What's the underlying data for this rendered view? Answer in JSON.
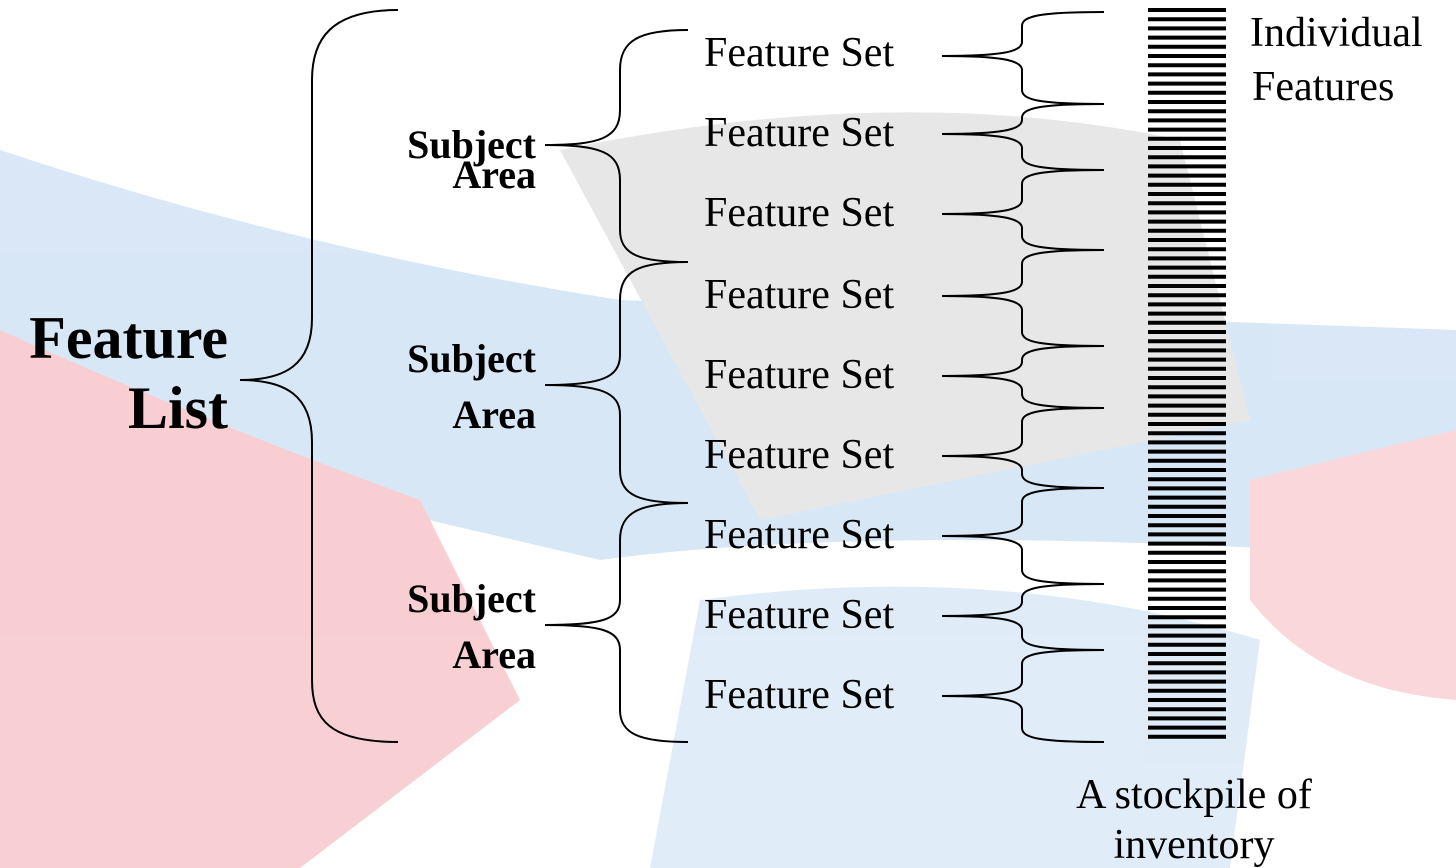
{
  "feature_list": {
    "line1": "Feature",
    "line2": "List"
  },
  "subject_areas": [
    {
      "line1": "Subject",
      "line2": "Area"
    },
    {
      "line1": "Subject",
      "line2": "Area"
    },
    {
      "line1": "Subject",
      "line2": "Area"
    }
  ],
  "feature_sets": [
    "Feature Set",
    "Feature Set",
    "Feature Set",
    "Feature Set",
    "Feature Set",
    "Feature Set",
    "Feature Set",
    "Feature Set",
    "Feature Set"
  ],
  "individual_features": {
    "line1": "Individual",
    "line2": "Features"
  },
  "stockpile_caption": {
    "line1": "A stockpile of",
    "line2": "inventory"
  },
  "colors": {
    "text": "#000000",
    "background_tints": [
      "#cfe2f5",
      "#f4c3c8",
      "#d9d9d9"
    ]
  }
}
